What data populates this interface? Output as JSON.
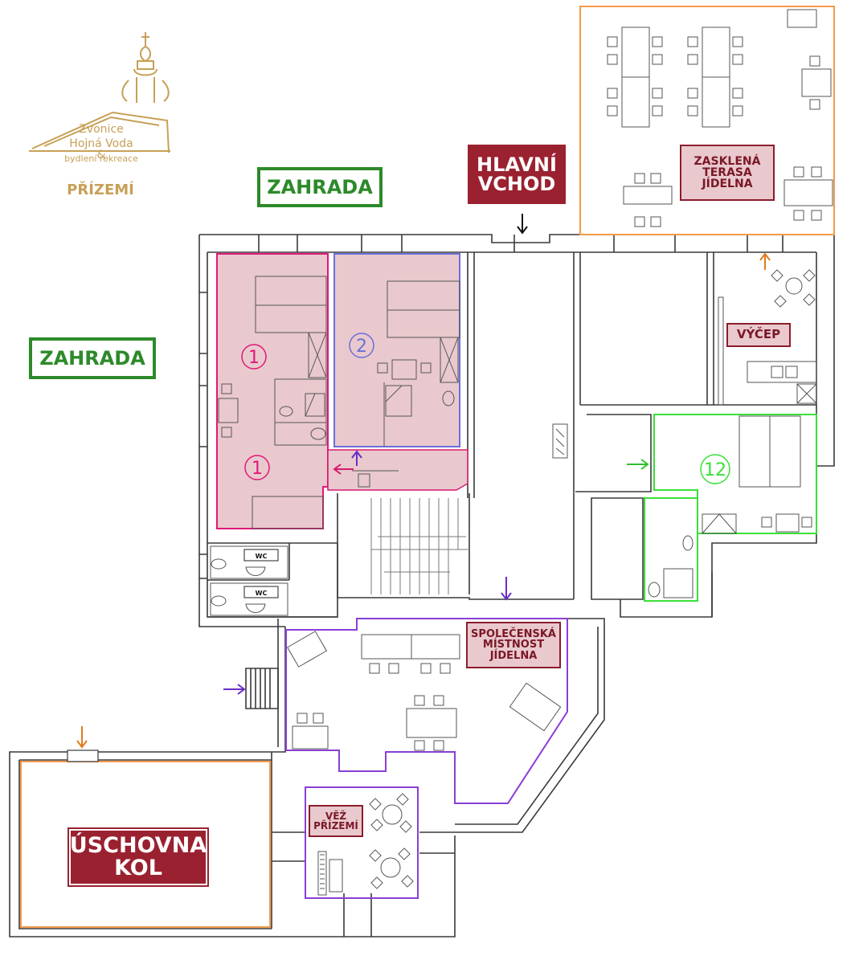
{
  "logo": {
    "line1": "Zvonice",
    "line2": "Hojná Voda",
    "amp": "&",
    "line3": "bydlení  rekreace"
  },
  "floor_title": "PŘÍZEMÍ",
  "labels": {
    "zahrada_top": "ZAHRADA",
    "zahrada_left": "ZAHRADA",
    "hlavni_vchod": [
      "HLAVNÍ",
      "VCHOD"
    ],
    "terasa": [
      "ZASKLENÁ",
      "TERASA",
      "JÍDELNA"
    ],
    "vycep": "VÝČEP",
    "spolecenska": [
      "SPOLEČENSKÁ",
      "MÍSTNOST",
      "JÍDELNA"
    ],
    "uschovna": [
      "ÚSCHOVNA",
      "KOL"
    ],
    "vez": [
      "VĚŽ",
      "PŘÍZEMÍ"
    ]
  },
  "room_numbers": {
    "room1_upper": "1",
    "room1_lower": "1",
    "room2": "2",
    "room12": "12"
  },
  "wc_tags": [
    "WC",
    "WC"
  ],
  "colors": {
    "wall": "#3a3a3a",
    "room1": "#e0187a",
    "room2": "#6a6fd8",
    "room_fill": "#e9c9cd",
    "room12": "#38e038",
    "terasa": "#f39a4a",
    "uschovna": "#f39a4a",
    "spolecenska": "#8a3ed6",
    "arrow_black": "#111111",
    "arrow_orange": "#e07b1a",
    "arrow_purple": "#6a2cc8",
    "arrow_green": "#2ec02e",
    "arrow_pink": "#d81870",
    "label_red": "#9a2130",
    "label_green": "#2d8a2a",
    "logo_gold": "#c7a057"
  }
}
